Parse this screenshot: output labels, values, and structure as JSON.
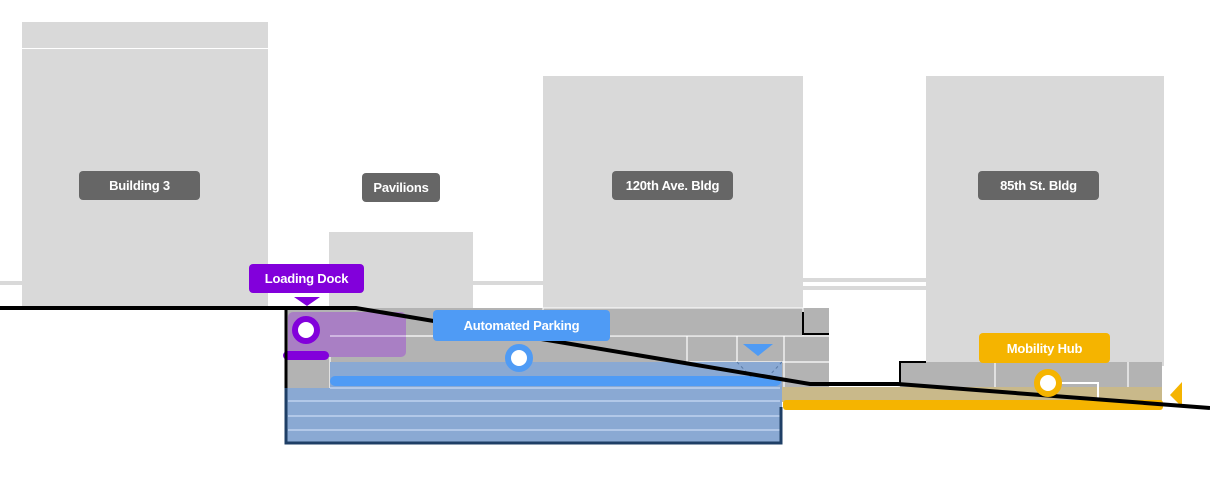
{
  "title": "Site section diagram",
  "buildings": [
    {
      "id": "building-3",
      "label": "Building 3"
    },
    {
      "id": "pavilions",
      "label": "Pavilions"
    },
    {
      "id": "120th-ave-bldg",
      "label": "120th Ave. Bldg"
    },
    {
      "id": "85th-st-bldg",
      "label": "85th St. Bldg"
    }
  ],
  "callouts": {
    "loading_dock": {
      "label": "Loading Dock",
      "color": "#8200db"
    },
    "automated_parking": {
      "label": "Automated Parking",
      "color": "#4f9bf5"
    },
    "mobility_hub": {
      "label": "Mobility Hub",
      "color": "#f5b400"
    }
  },
  "colors": {
    "building": "#d9d9d9",
    "below_grade": "#b3b3b3",
    "building_tag": "#666666",
    "ground_line": "#000000",
    "parking_fill": "#8aa9d3",
    "parking_outline": "#1f3f66"
  }
}
